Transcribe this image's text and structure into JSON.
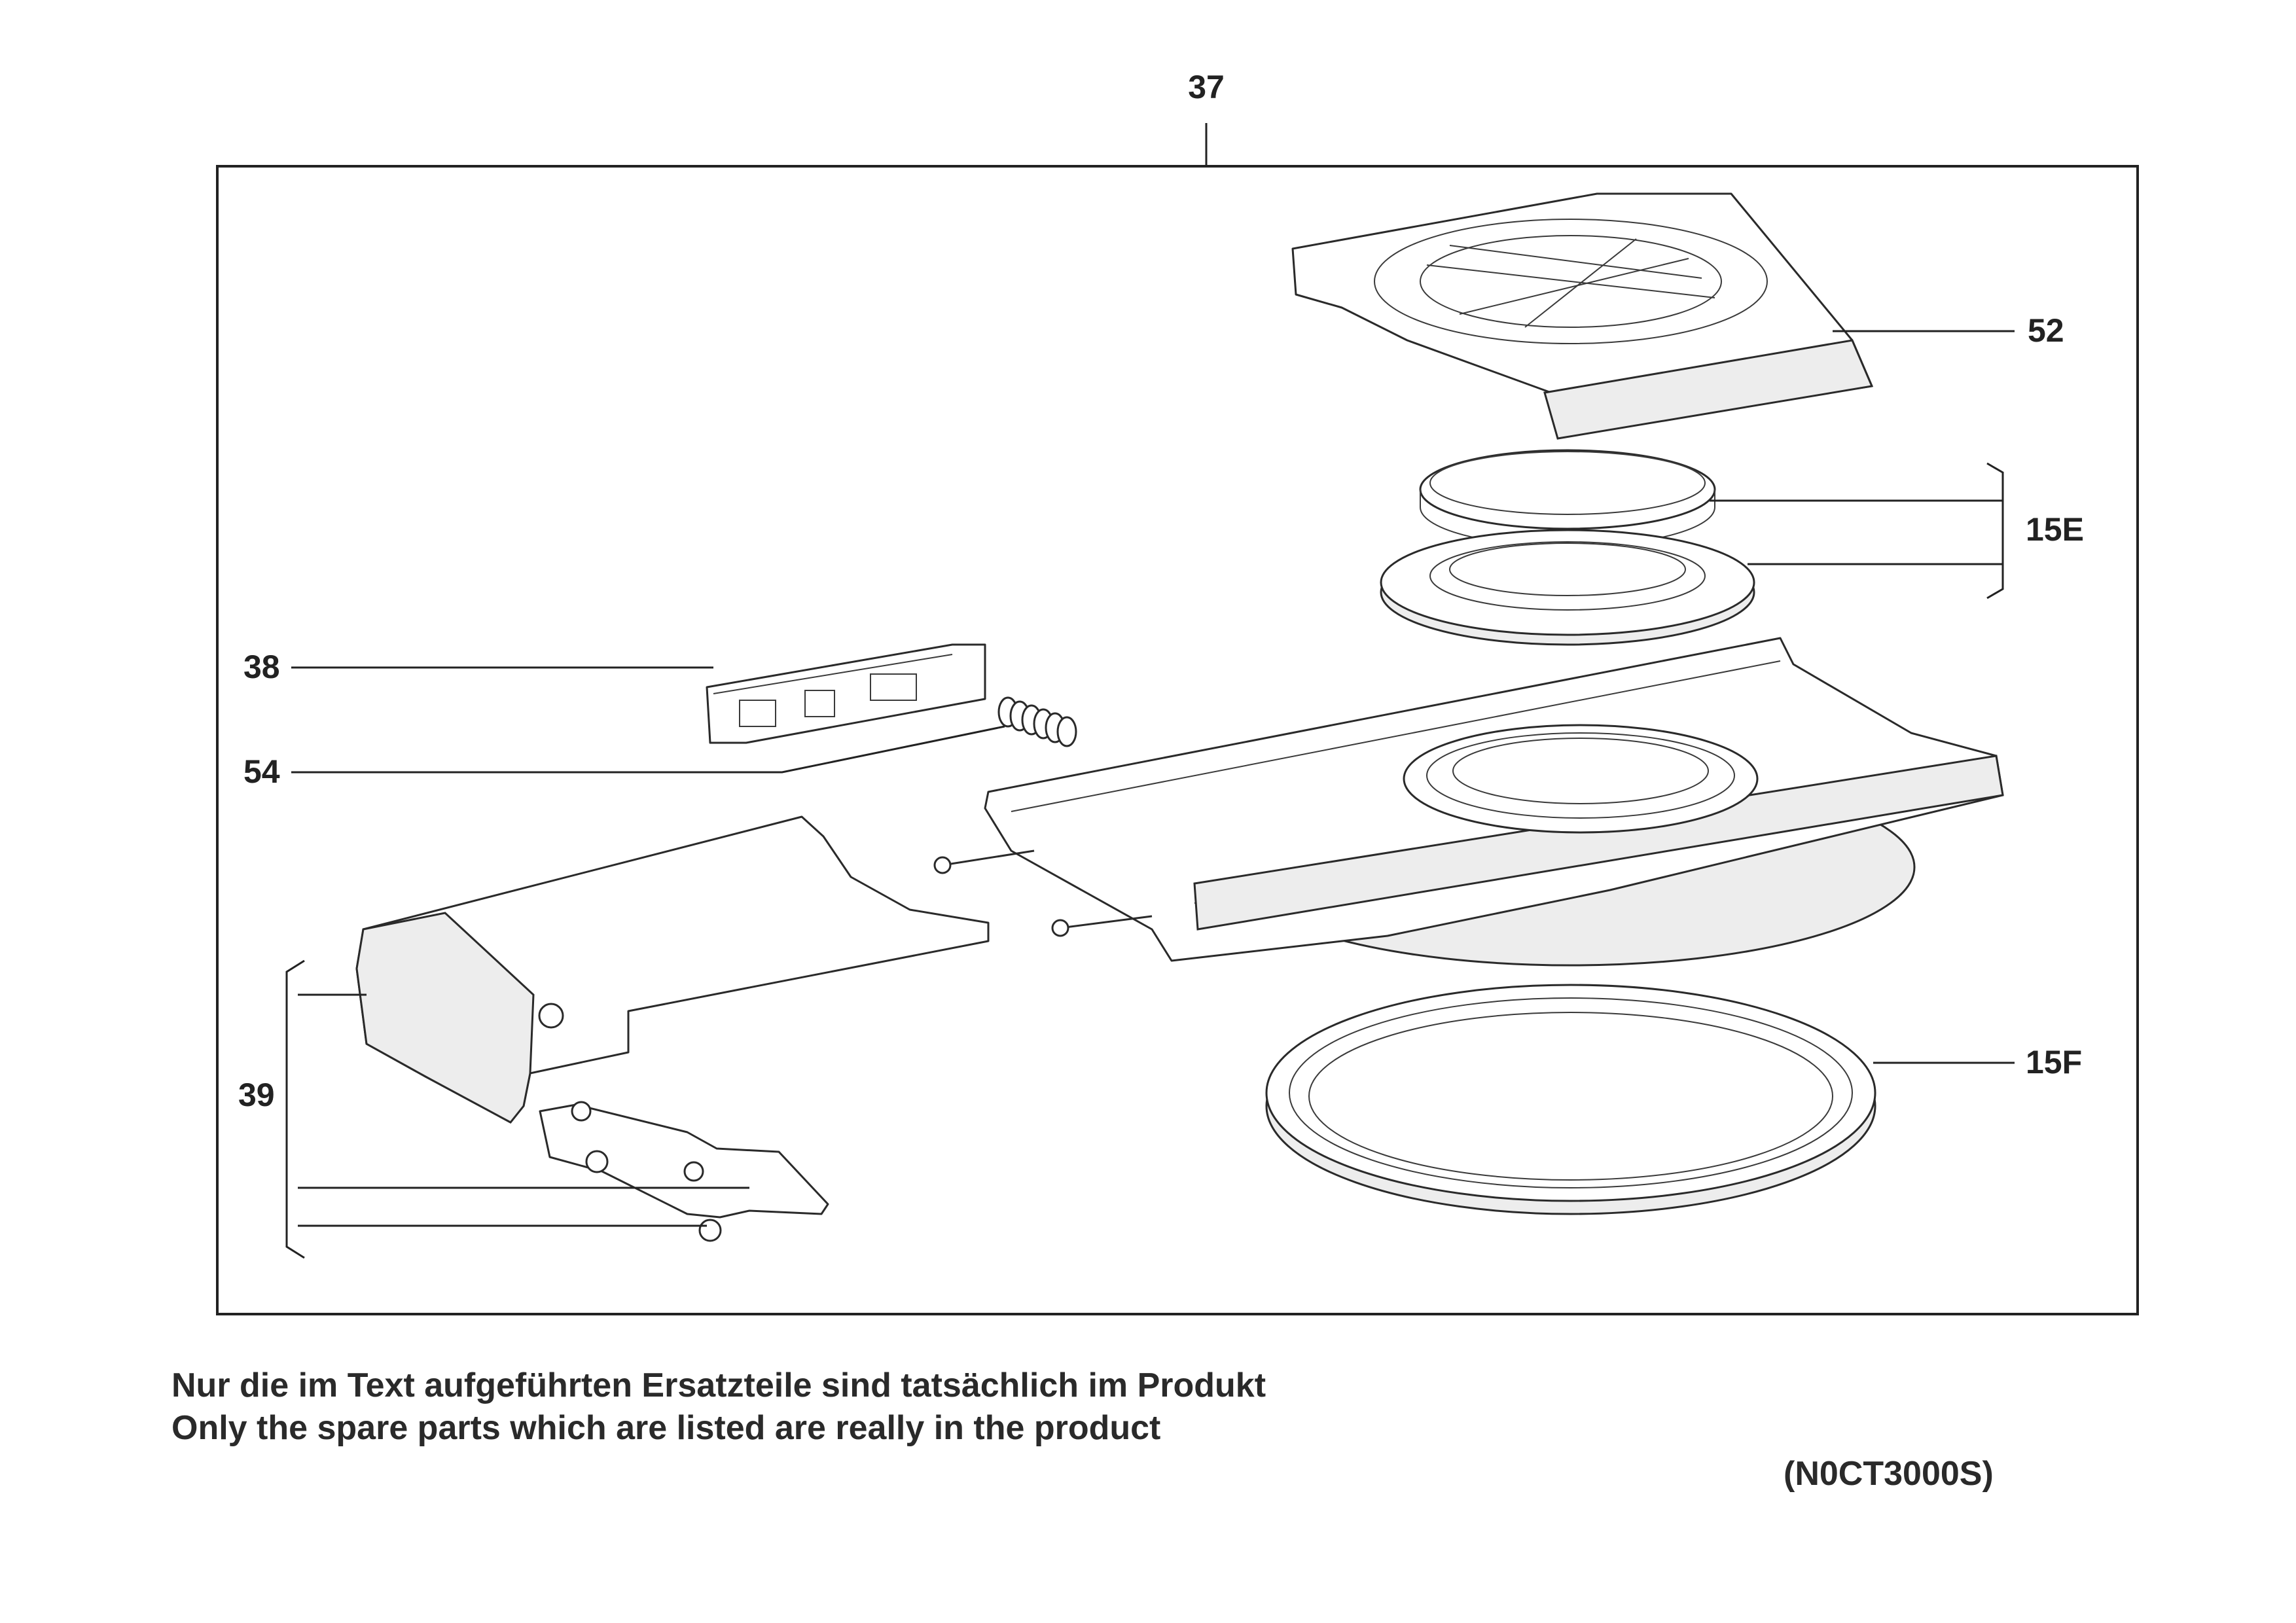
{
  "callouts": {
    "assembly": "37",
    "top_cover": "52",
    "ring_set_upper": "15E",
    "latch": "38",
    "spring": "54",
    "lid_set": "39",
    "ring_lower": "15F"
  },
  "notes": {
    "german": "Nur die im Text aufgeführten Ersatzteile sind tatsächlich im Produkt",
    "english": "Only the spare parts which are listed are really in the product"
  },
  "document_code": "(N0CT3000S)"
}
